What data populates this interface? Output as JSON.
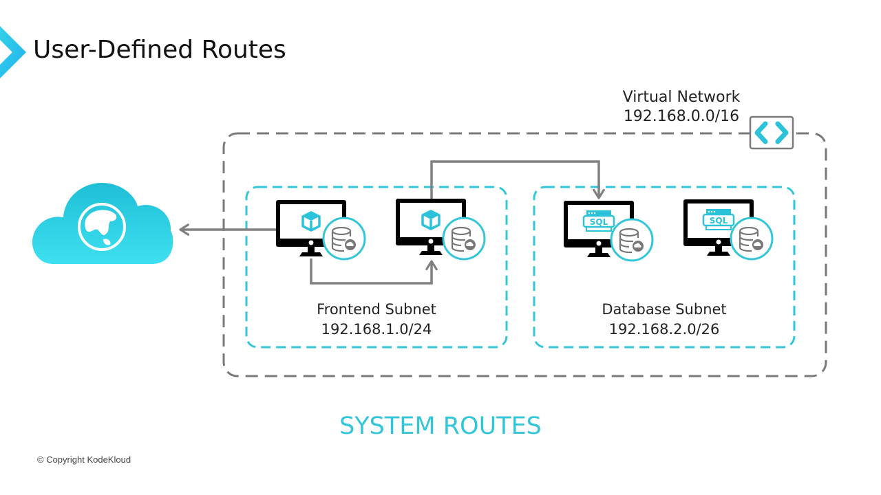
{
  "slide": {
    "title": "User-Defined Routes",
    "footer_label": "SYSTEM ROUTES",
    "copyright": "© Copyright KodeKloud"
  },
  "virtual_network": {
    "name": "Virtual Network",
    "cidr": "192.168.0.0/16",
    "icon": "vnet-brackets-icon"
  },
  "internet": {
    "icon": "cloud-globe-icon"
  },
  "subnets": [
    {
      "name": "Frontend Subnet",
      "cidr": "192.168.1.0/24",
      "vms": [
        {
          "screen_icon": "cube-icon",
          "badge_icon": "database-cloud-icon"
        },
        {
          "screen_icon": "cube-icon",
          "badge_icon": "database-cloud-icon"
        }
      ]
    },
    {
      "name": "Database Subnet",
      "cidr": "192.168.2.0/26",
      "vms": [
        {
          "screen_icon": "sql-icon",
          "screen_text": "SQL",
          "badge_icon": "database-cloud-icon"
        },
        {
          "screen_icon": "sql-icon",
          "screen_text": "SQL",
          "badge_icon": "database-cloud-icon"
        }
      ]
    }
  ],
  "routes": [
    {
      "from": "Frontend VM 1",
      "to": "Internet"
    },
    {
      "from": "Frontend VM 1",
      "to": "Frontend VM 2"
    },
    {
      "from": "Frontend VM 2",
      "to": "Database VM 1"
    }
  ],
  "colors": {
    "accent": "#33c6d8",
    "vnet_border": "#7a7a7a",
    "arrow": "#808080",
    "monitor": "#000000"
  }
}
